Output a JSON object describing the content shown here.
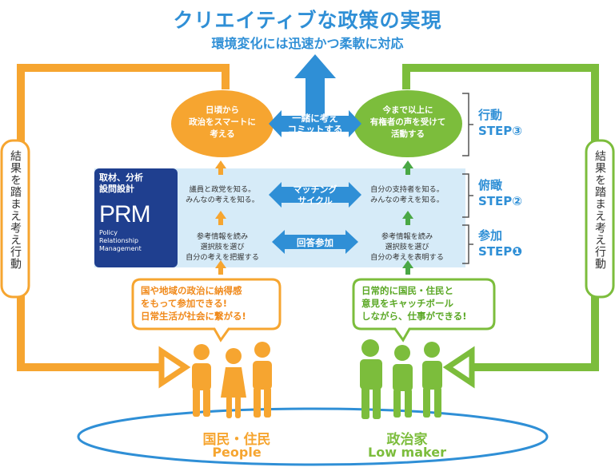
{
  "title": "クリエイティブな政策の実現",
  "subtitle": "環境変化には迅速かつ柔軟に対応",
  "left_ellipse": [
    "日頃から",
    "政治をスマートに",
    "考える"
  ],
  "right_ellipse": [
    "今まで以上に",
    "有権者の声を受けて",
    "活動する"
  ],
  "commit_arrow": [
    "一緒に考え",
    "コミットする"
  ],
  "matching_arrow": [
    "マッチング",
    "サイクル"
  ],
  "answer_arrow": "回答参加",
  "prm": {
    "top_text": [
      "取材、分析",
      "設問設計"
    ],
    "logo": "PRM",
    "sub": [
      "Policy",
      "Relationship",
      "Management"
    ]
  },
  "mid_left": [
    "議員と政党を知る。",
    "みんなの考えを知る。"
  ],
  "mid_right": [
    "自分の支持者を知る。",
    "みんなの考えを知る。"
  ],
  "low_left": [
    "参考情報を読み",
    "選択肢を選び",
    "自分の考えを把握する"
  ],
  "low_right": [
    "参考情報を読み",
    "選択肢を選び",
    "自分の考えを表明する"
  ],
  "steps": [
    {
      "name": "行動",
      "step": "STEP③"
    },
    {
      "name": "俯瞰",
      "step": "STEP②"
    },
    {
      "name": "参加",
      "step": "STEP❶"
    }
  ],
  "people_speech": [
    "国や地域の政治に納得感",
    "をもって参加できる!",
    "日常生活が社会に繋がる!"
  ],
  "politician_speech": [
    "日常的に国民・住民と",
    "意見をキャッチボール",
    "しながら、仕事ができる!"
  ],
  "side_left": "結果を踏まえ考え行動",
  "side_right": "結果を踏まえ考え行動",
  "people_label": "国民・住民",
  "people_label_en": "People",
  "politician_label": "政治家",
  "politician_label_en": "Low maker",
  "colors": {
    "orange": "#f6a530",
    "green": "#7cbd3c",
    "blue": "#2f8fd6",
    "navy": "#1f3f8f"
  }
}
